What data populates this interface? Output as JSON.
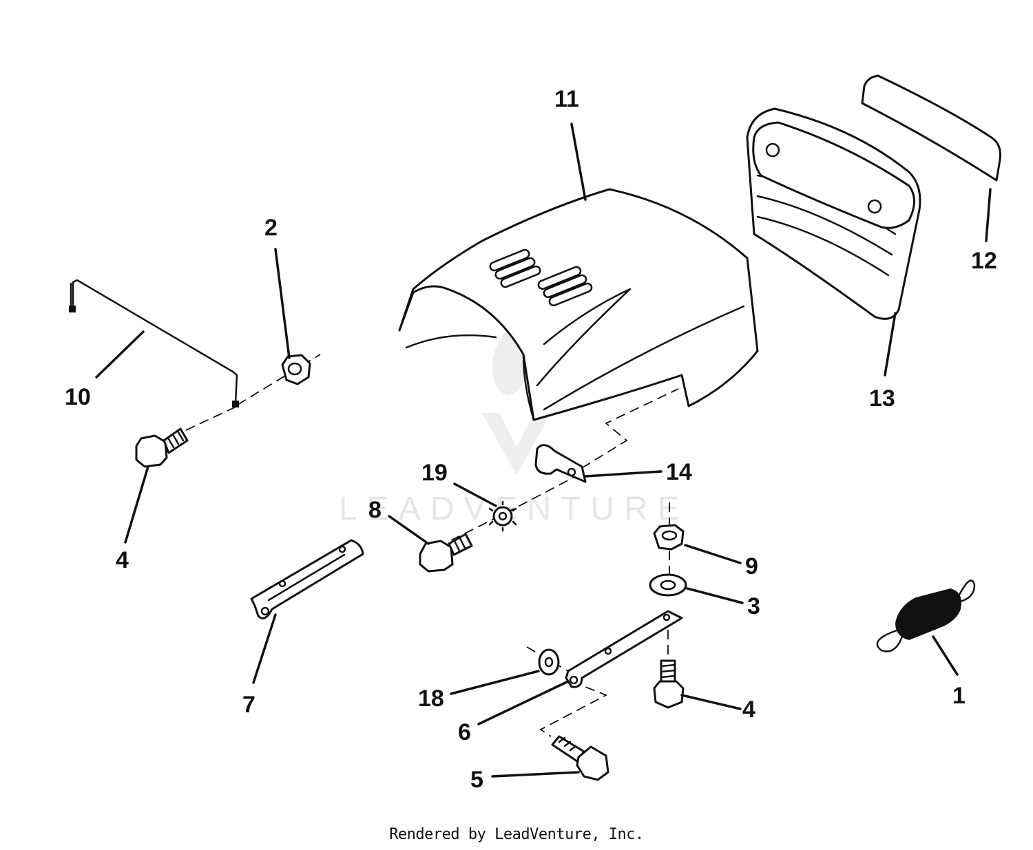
{
  "diagram": {
    "watermark": "LEADVENTURE",
    "callouts": [
      {
        "id": "1",
        "label": "1"
      },
      {
        "id": "2",
        "label": "2"
      },
      {
        "id": "3",
        "label": "3"
      },
      {
        "id": "4a",
        "label": "4"
      },
      {
        "id": "4b",
        "label": "4"
      },
      {
        "id": "5",
        "label": "5"
      },
      {
        "id": "6",
        "label": "6"
      },
      {
        "id": "7",
        "label": "7"
      },
      {
        "id": "8",
        "label": "8"
      },
      {
        "id": "9",
        "label": "9"
      },
      {
        "id": "10",
        "label": "10"
      },
      {
        "id": "11",
        "label": "11"
      },
      {
        "id": "12",
        "label": "12"
      },
      {
        "id": "13",
        "label": "13"
      },
      {
        "id": "14",
        "label": "14"
      },
      {
        "id": "18",
        "label": "18"
      },
      {
        "id": "19",
        "label": "19"
      }
    ]
  },
  "footer": {
    "text": "Rendered by LeadVenture, Inc."
  }
}
